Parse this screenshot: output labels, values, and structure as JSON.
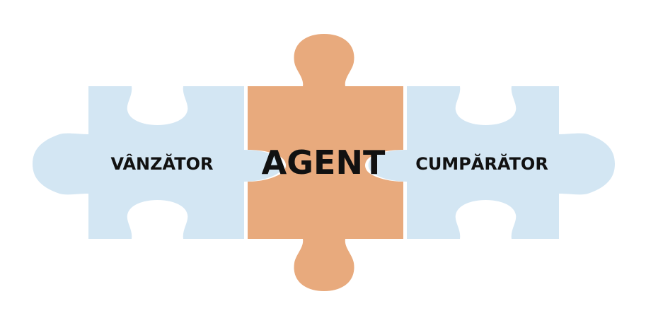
{
  "pieces": {
    "left": {
      "label": "VÂNZĂTOR",
      "color": "#d3e6f3"
    },
    "center": {
      "label": "AGENT",
      "color": "#e8aa7d"
    },
    "right": {
      "label": "CUMPĂRĂTOR",
      "color": "#d3e6f3"
    }
  }
}
